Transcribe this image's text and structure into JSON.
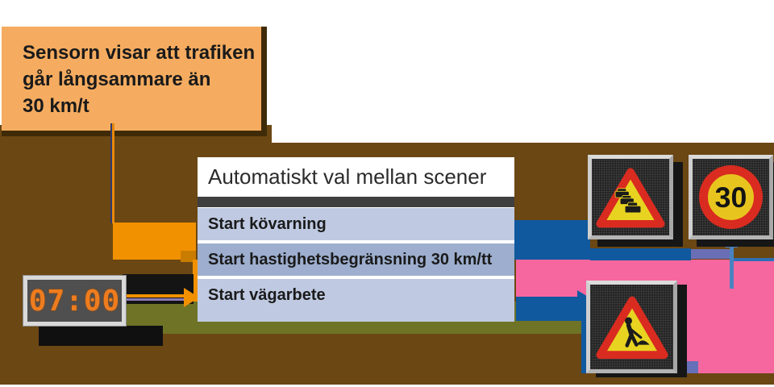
{
  "diagram": {
    "callout": {
      "lines": [
        "Sensorn visar att trafiken",
        "går långsammare än",
        "30 km/t"
      ]
    },
    "clock": {
      "time": "07:00"
    },
    "panel": {
      "title": "Automatiskt val mellan scener",
      "rows": [
        {
          "label": "Start kövarning"
        },
        {
          "label": "Start hastighetsbegränsning 30 km/tt"
        },
        {
          "label": "Start vägarbete"
        }
      ]
    },
    "signs": {
      "speed_limit_value": "30"
    },
    "icons": {
      "queue_sign": "queue-warning-triangle-sign",
      "speed_sign": "speed-limit-30-sign",
      "roadwork_sign": "roadwork-triangle-sign"
    },
    "colors": {
      "background_brown": "#6b4713",
      "callout_orange": "#f5ac60",
      "arrow_orange": "#f29100",
      "arrow_blue": "#10599e",
      "arrow_pink": "#f7679f",
      "band_olive": "#6f7326",
      "row_blue": "#bfcae2",
      "row_blue_selected": "#9daece",
      "sign_red": "#d92b20",
      "sign_yellow": "#e8d321",
      "clock_digit_orange": "#ee7c1e"
    }
  }
}
